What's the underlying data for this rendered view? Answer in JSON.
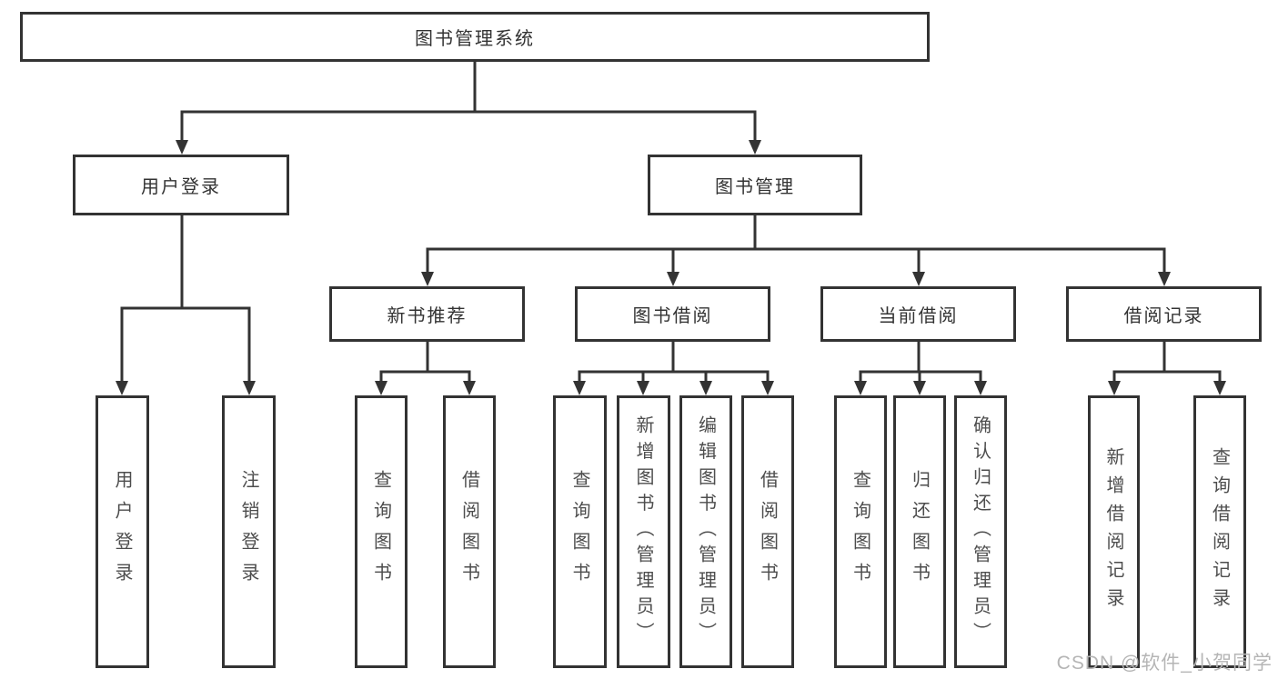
{
  "diagram": {
    "title_note": "functional structure chart",
    "root": {
      "label": "图书管理系统"
    },
    "branches": [
      {
        "label": "用户登录",
        "children": [
          "用户登录",
          "注销登录"
        ]
      },
      {
        "label": "图书管理",
        "sections": [
          {
            "label": "新书推荐",
            "children": [
              "查询图书",
              "借阅图书"
            ]
          },
          {
            "label": "图书借阅",
            "children": [
              "查询图书",
              "新增图书（管理员）",
              "编辑图书（管理员）",
              "借阅图书"
            ]
          },
          {
            "label": "当前借阅",
            "children": [
              "查询图书",
              "归还图书",
              "确认归还（管理员）"
            ]
          },
          {
            "label": "借阅记录",
            "children": [
              "新增借阅记录",
              "查询借阅记录"
            ]
          }
        ]
      }
    ]
  },
  "watermark": {
    "text": "CSDN @软件_小贺同学"
  },
  "colors": {
    "line": "#333333",
    "text": "#333333",
    "leaf_text": "#4d4d4d",
    "watermark": "#b5b5b5",
    "background": "#ffffff"
  }
}
